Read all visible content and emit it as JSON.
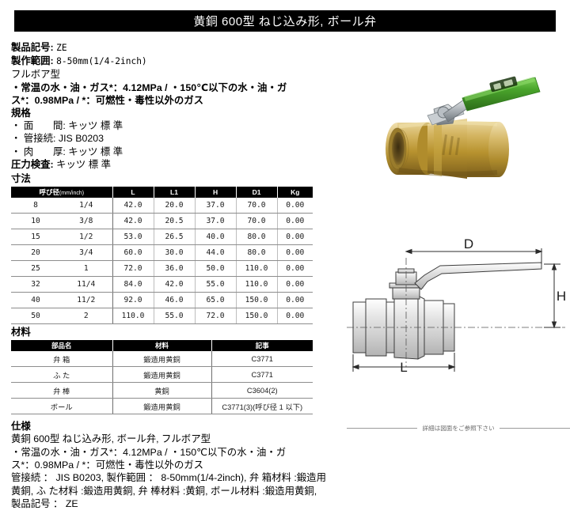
{
  "header": {
    "title": "黄銅 600型 ねじ込み形, ボール弁"
  },
  "product_info": {
    "code_label": "製品記号:",
    "code_value": "ZE",
    "range_label": "製作範囲:",
    "range_value": "8-50mm(1/4-2inch)",
    "bore_type": "フルボア型",
    "pressure_line1": "・常温の水・油・ガス*：4.12MPa / ・150℃以下の水・油・ガ",
    "pressure_line2": "ス*：0.98MPa / *：可燃性・毒性以外のガス"
  },
  "standards": {
    "heading": "規格",
    "items": [
      "・ 面　　間: キッツ 標 準",
      "・ 管接続: JIS B0203",
      "・ 肉　　厚: キッツ 標 準"
    ],
    "pressure_test_label": "圧力検査:",
    "pressure_test_value": "キッツ 標 準"
  },
  "dimensions": {
    "title": "寸法",
    "headers": {
      "nominal": "呼び径",
      "nominal_unit": "(mm/inch)",
      "l": "L",
      "l1": "L1",
      "h": "H",
      "d1": "D1",
      "kg": "Kg"
    },
    "rows": [
      {
        "mm": "8",
        "inch": "1/4",
        "L": "42.0",
        "L1": "20.0",
        "H": "37.0",
        "D1": "70.0",
        "Kg": "0.00"
      },
      {
        "mm": "10",
        "inch": "3/8",
        "L": "42.0",
        "L1": "20.5",
        "H": "37.0",
        "D1": "70.0",
        "Kg": "0.00"
      },
      {
        "mm": "15",
        "inch": "1/2",
        "L": "53.0",
        "L1": "26.5",
        "H": "40.0",
        "D1": "80.0",
        "Kg": "0.00"
      },
      {
        "mm": "20",
        "inch": "3/4",
        "L": "60.0",
        "L1": "30.0",
        "H": "44.0",
        "D1": "80.0",
        "Kg": "0.00"
      },
      {
        "mm": "25",
        "inch": "1",
        "L": "72.0",
        "L1": "36.0",
        "H": "50.0",
        "D1": "110.0",
        "Kg": "0.00"
      },
      {
        "mm": "32",
        "inch": "11/4",
        "L": "84.0",
        "L1": "42.0",
        "H": "55.0",
        "D1": "110.0",
        "Kg": "0.00"
      },
      {
        "mm": "40",
        "inch": "11/2",
        "L": "92.0",
        "L1": "46.0",
        "H": "65.0",
        "D1": "150.0",
        "Kg": "0.00"
      },
      {
        "mm": "50",
        "inch": "2",
        "L": "110.0",
        "L1": "55.0",
        "H": "72.0",
        "D1": "150.0",
        "Kg": "0.00"
      }
    ]
  },
  "materials": {
    "title": "材料",
    "headers": {
      "part": "部品名",
      "material": "材料",
      "remarks": "記事"
    },
    "rows": [
      {
        "part": "弁 箱",
        "material": "鍛造用黄銅",
        "remarks": "C3771"
      },
      {
        "part": "ふ た",
        "material": "鍛造用黄銅",
        "remarks": "C3771"
      },
      {
        "part": "弁 棒",
        "material": "黄銅",
        "remarks": "C3604(2)"
      },
      {
        "part": "ボール",
        "material": "鍛造用黄銅",
        "remarks": "C3771(3)(呼び径 1 以下)"
      }
    ]
  },
  "specification": {
    "title": "仕様",
    "lines": [
      "黄銅 600型 ねじ込み形, ボール弁, フルボア型",
      "・常温の水・油・ガス*：4.12MPa / ・150℃以下の水・油・ガ",
      "ス*：0.98MPa / *：可燃性・毒性以外のガス",
      "管接続 ： JIS B0203, 製作範囲 ： 8-50mm(1/4-2inch), 弁 箱材料 :鍛造用",
      "黄銅, ふ た材料 :鍛造用黄銅, 弁 棒材料 :黄銅, ボール材料 :鍛造用黄銅,",
      "製品記号 ： ZE"
    ]
  },
  "drawing": {
    "label_d": "D",
    "label_h": "H",
    "label_l": "L"
  },
  "footer_note": {
    "text": "詳細は図面をご参照下さい"
  },
  "colors": {
    "header_bg": "#000000",
    "handle_green": "#45a12a",
    "brass": "#c9a227"
  }
}
